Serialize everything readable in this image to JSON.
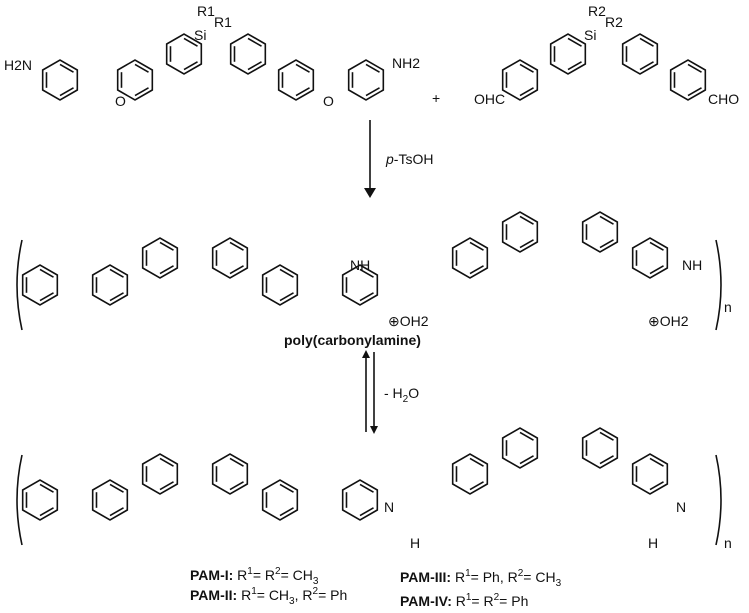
{
  "reactant1": {
    "amine_left": "H2N",
    "amine_right": "NH2",
    "oxygen": "O",
    "silicon": "Si",
    "substituent": "R1"
  },
  "plus": "+",
  "reactant2": {
    "silicon": "Si",
    "substituent": "R2",
    "aldehyde_left": "OHC",
    "aldehyde_right": "CHO"
  },
  "step1": {
    "reagent": "p-TsOH"
  },
  "intermediate": {
    "name": "poly(carbonylamine)",
    "nh": "NH",
    "hydroxonium": "⊕OH2",
    "repeat": "n"
  },
  "step2": {
    "condition": "- H2O"
  },
  "product": {
    "imine_n": "N",
    "imine_h": "H",
    "repeat": "n"
  },
  "legend": [
    {
      "name": "PAM-I:",
      "formula": "R1= R2= CH3"
    },
    {
      "name": "PAM-II:",
      "formula": "R1= CH3, R2= Ph"
    },
    {
      "name": "PAM-III:",
      "formula": "R1= Ph, R2= CH3"
    },
    {
      "name": "PAM-IV:",
      "formula": "R1= R2= Ph"
    }
  ]
}
